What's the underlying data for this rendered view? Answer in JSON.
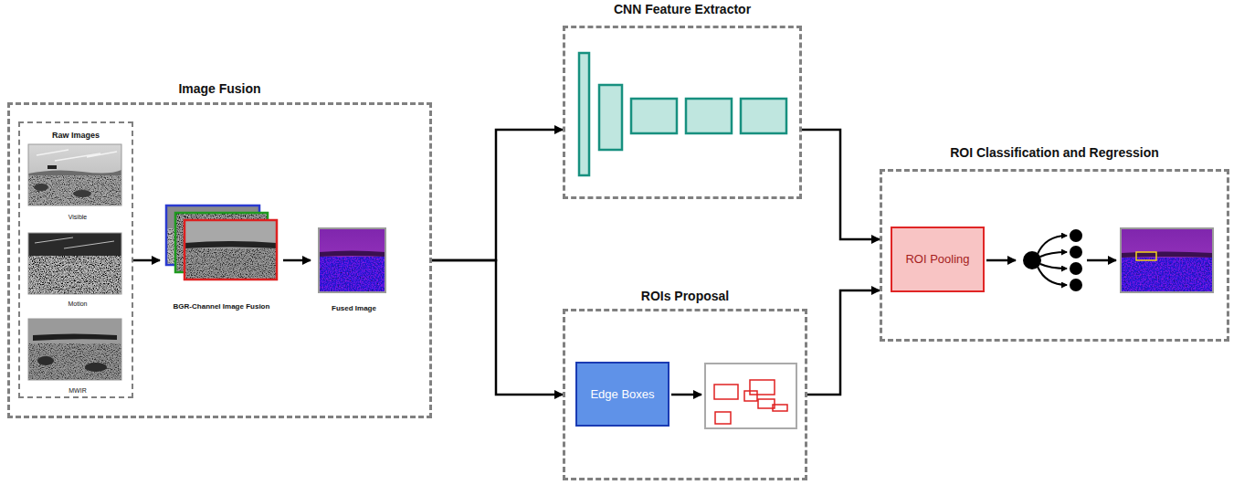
{
  "diagram": {
    "nodes": [
      {
        "text": [
          "Image Fusion"
        ]
      },
      {
        "text": [
          "Raw Images"
        ],
        "in": 0
      },
      {
        "text": [
          "Visible"
        ],
        "in": 1
      },
      {
        "text": [
          "Motion"
        ],
        "in": 1
      },
      {
        "text": [
          "MWIR"
        ],
        "in": 1
      },
      {
        "text": [
          "BGR-Channel Image Fusion"
        ],
        "in": 0
      },
      {
        "text": [
          "Fused Image"
        ],
        "in": 0
      },
      {
        "text": [
          "CNN Feature Extractor"
        ]
      },
      {
        "text": [
          "ROIs Proposal"
        ]
      },
      {
        "text": [
          "Edge Boxes"
        ],
        "in": 8
      },
      {
        "text": [
          "ROI Classification and Regression"
        ]
      },
      {
        "text": [
          "ROI Pooling"
        ],
        "in": 10
      }
    ],
    "edges": [
      {
        "from": 1,
        "to": 5,
        "arrow": "to"
      },
      {
        "from": 5,
        "to": 6,
        "arrow": "to"
      },
      {
        "from": 0,
        "to": 7,
        "arrow": "to"
      },
      {
        "from": 0,
        "to": 8,
        "arrow": "to"
      },
      {
        "from": 7,
        "to": 10,
        "arrow": "to"
      },
      {
        "from": 8,
        "to": 10,
        "arrow": "to"
      }
    ]
  }
}
